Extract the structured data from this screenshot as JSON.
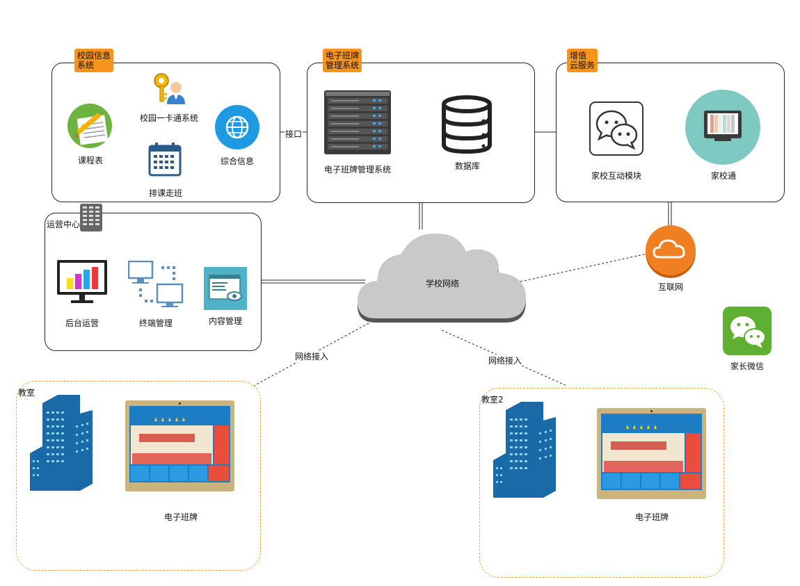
{
  "campus_info": {
    "tag": "校园信息\n系统",
    "card_system": "校园一卡通系统",
    "schedule": "课程表",
    "general_info": "综合信息",
    "class_arrangement": "排课走班"
  },
  "interface_label": "接口",
  "board_mgmt": {
    "tag": "电子班牌\n管理系统",
    "server_label": "电子班牌管理系统",
    "database_label": "数据库"
  },
  "cloud_services": {
    "tag": "增值\n云服务",
    "interaction_module": "家校互动模块",
    "home_school": "家校通"
  },
  "ops_center": {
    "tag": "运营中心",
    "backend": "后台运营",
    "terminal": "终端管理",
    "content": "内容管理"
  },
  "school_network": "学校网络",
  "internet": "互联网",
  "parent_wechat": "家长微信",
  "network_access_left": "网络接入",
  "network_access_right": "网络接入",
  "classroom1": {
    "title": "教室",
    "board_label": "电子班牌"
  },
  "classroom2": {
    "title": "教室2",
    "board_label": "电子班牌"
  },
  "colors": {
    "accent_orange": "#f7941d",
    "classroom_border": "#f0a23a",
    "building_blue": "#1a6aa8",
    "wechat_green": "#5fb030"
  }
}
